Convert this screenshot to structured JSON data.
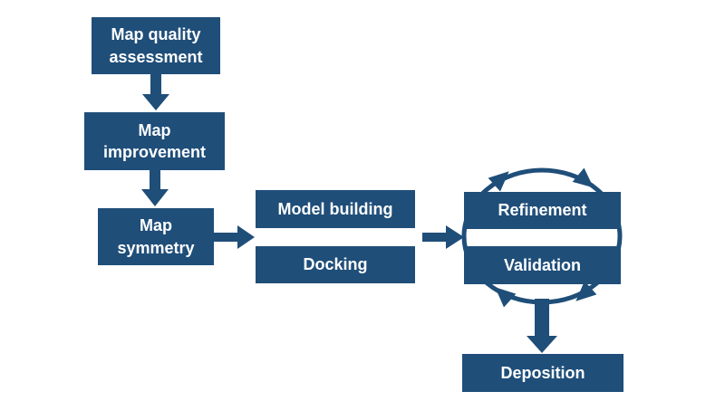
{
  "diagram": {
    "type": "flowchart",
    "colors": {
      "node_fill": "#1F4E79",
      "arrow": "#1F4E79",
      "text": "#FFFFFF",
      "background": "#FFFFFF"
    },
    "nodes": [
      {
        "id": "map-quality-assessment",
        "lines": [
          "Map quality",
          "assessment"
        ]
      },
      {
        "id": "map-improvement",
        "lines": [
          "Map",
          "improvement"
        ]
      },
      {
        "id": "map-symmetry",
        "lines": [
          "Map",
          "symmetry"
        ]
      },
      {
        "id": "model-building",
        "lines": [
          "Model building"
        ]
      },
      {
        "id": "docking",
        "lines": [
          "Docking"
        ]
      },
      {
        "id": "refinement",
        "lines": [
          "Refinement"
        ]
      },
      {
        "id": "validation",
        "lines": [
          "Validation"
        ]
      },
      {
        "id": "deposition",
        "lines": [
          "Deposition"
        ]
      }
    ],
    "edges": [
      {
        "from": "map-quality-assessment",
        "to": "map-improvement",
        "style": "straight-arrow"
      },
      {
        "from": "map-improvement",
        "to": "map-symmetry",
        "style": "straight-arrow"
      },
      {
        "from": "map-symmetry",
        "to": "model-building+docking",
        "style": "straight-arrow"
      },
      {
        "from": "model-building+docking",
        "to": "refinement+validation",
        "style": "straight-arrow"
      },
      {
        "from": "refinement",
        "to": "validation",
        "style": "clockwise-cycle-ellipse",
        "arrowheads": 4
      },
      {
        "from": "refinement+validation",
        "to": "deposition",
        "style": "straight-arrow"
      }
    ]
  }
}
